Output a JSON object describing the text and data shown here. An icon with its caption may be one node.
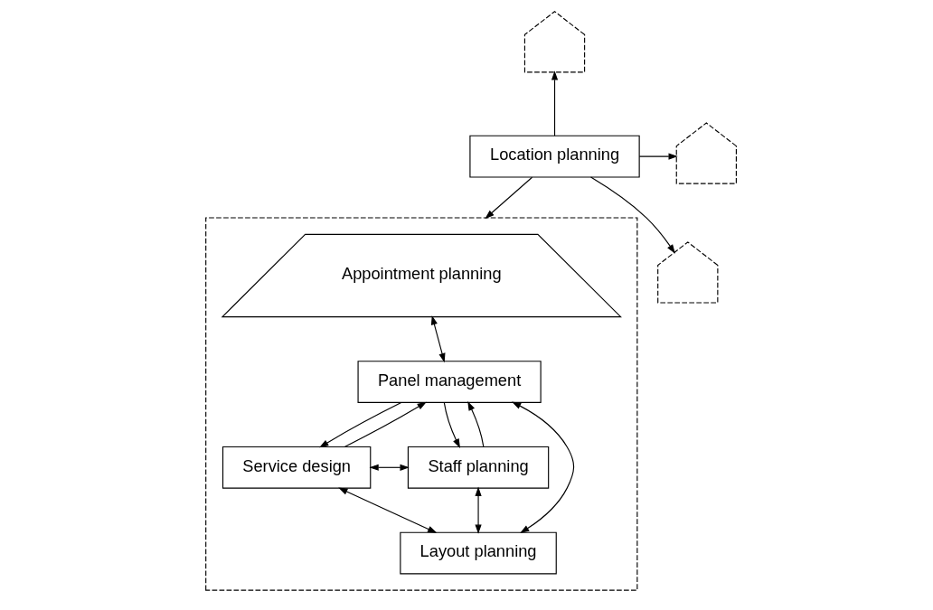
{
  "diagram": {
    "nodes": [
      {
        "text": [],
        "shape": "house"
      },
      {
        "text": [],
        "shape": "house"
      },
      {
        "text": [
          "Location planning"
        ]
      },
      {
        "text": [],
        "shape": "house"
      },
      {
        "text": [
          "Appointment planning"
        ],
        "in": 3
      },
      {
        "text": [
          "Panel management"
        ],
        "in": 3
      },
      {
        "text": [
          "Service design"
        ],
        "in": 3
      },
      {
        "text": [
          "Staff planning"
        ],
        "in": 3
      },
      {
        "text": [
          "Layout planning"
        ],
        "in": 3
      },
      {
        "text": [],
        "shape": "house"
      }
    ],
    "edges": [
      {
        "from": 2,
        "to": 0,
        "arrow": "to"
      },
      {
        "from": 2,
        "to": 1,
        "arrow": "to"
      },
      {
        "from": 2,
        "to": 9,
        "arrow": "to"
      },
      {
        "from": 2,
        "to": 3,
        "arrow": "to"
      },
      {
        "from": 4,
        "to": 5,
        "arrow": "both"
      },
      {
        "from": 5,
        "to": 6,
        "arrow": "to"
      },
      {
        "from": 6,
        "to": 5,
        "arrow": "to"
      },
      {
        "from": 5,
        "to": 7,
        "arrow": "to"
      },
      {
        "from": 7,
        "to": 5,
        "arrow": "to"
      },
      {
        "from": 5,
        "to": 8,
        "arrow": "both"
      },
      {
        "from": 6,
        "to": 7,
        "arrow": "both"
      },
      {
        "from": 6,
        "to": 8,
        "arrow": "both"
      },
      {
        "from": 7,
        "to": 8,
        "arrow": "both"
      }
    ]
  }
}
